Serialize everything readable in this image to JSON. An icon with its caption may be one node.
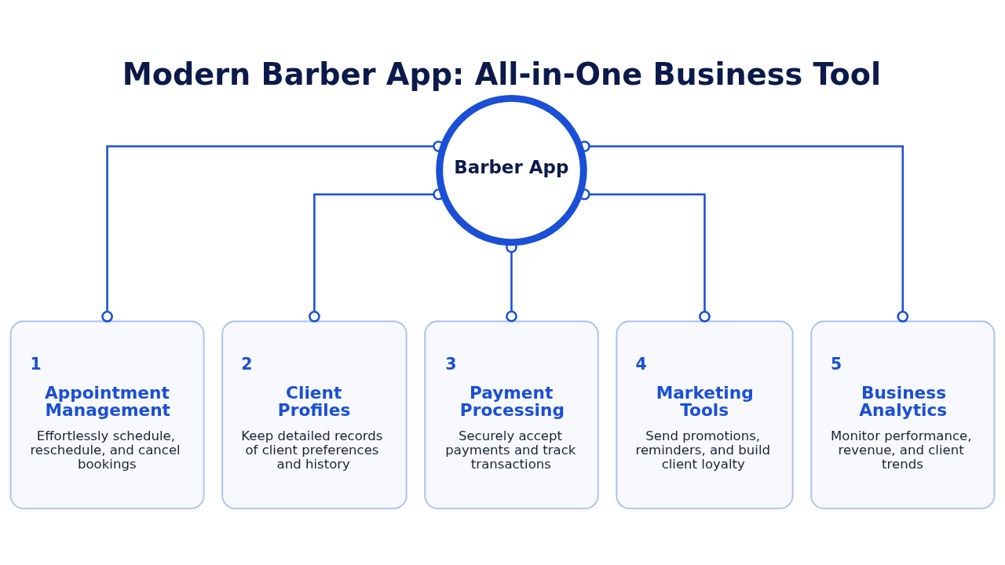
{
  "diagram": {
    "title": "Modern Barber App: All-in-One Business Tool",
    "nodes": [
      {
        "text": [
          "Barber App"
        ]
      },
      {
        "text": [
          "1",
          "Appointment Management",
          "Effortlessly schedule, reschedule, and cancel bookings"
        ]
      },
      {
        "text": [
          "2",
          "Client Profiles",
          "Keep detailed records of client preferences and history"
        ]
      },
      {
        "text": [
          "3",
          "Payment Processing",
          "Securely accept payments and track transactions"
        ]
      },
      {
        "text": [
          "4",
          "Marketing Tools",
          "Send promotions, reminders, and build client loyalty"
        ]
      },
      {
        "text": [
          "5",
          "Business Analytics",
          "Monitor performance, revenue, and client trends"
        ]
      }
    ],
    "edges": [
      {
        "from": 0,
        "to": 1,
        "arrow": "other"
      },
      {
        "from": 0,
        "to": 2,
        "arrow": "other"
      },
      {
        "from": 0,
        "to": 3,
        "arrow": "other"
      },
      {
        "from": 0,
        "to": 4,
        "arrow": "other"
      },
      {
        "from": 0,
        "to": 5,
        "arrow": "other"
      }
    ]
  }
}
